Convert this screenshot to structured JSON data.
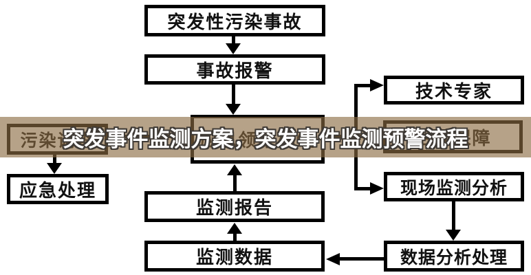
{
  "banner": {
    "title": "突发事件监测方案，突发事件监测预警流程",
    "overlay_color": "rgba(139,108,67,0.63)",
    "text_color": "#ffffff",
    "text_outline_color": "#3f3a35"
  },
  "flowchart": {
    "nodes": [
      {
        "id": "accident",
        "label": "突发性污染事故"
      },
      {
        "id": "alarm",
        "label": "事故报警"
      },
      {
        "id": "lead-group",
        "label": "应急领导小组"
      },
      {
        "id": "pollution-investigation",
        "label": "污染调查"
      },
      {
        "id": "emergency-handling",
        "label": "应急处理"
      },
      {
        "id": "tech-expert",
        "label": "技术专家"
      },
      {
        "id": "logistics-support",
        "label": "后勤保障"
      },
      {
        "id": "field-monitoring",
        "label": "现场监测分析"
      },
      {
        "id": "monitoring-report",
        "label": "监测报告"
      },
      {
        "id": "monitoring-data",
        "label": "监测数据"
      },
      {
        "id": "data-analysis",
        "label": "数据分析处理"
      }
    ],
    "colors": {
      "background": "#ffffff",
      "box_border": "#000000",
      "box_background": "#ffffff",
      "box_text": "#111111",
      "arrow": "#000000"
    }
  }
}
